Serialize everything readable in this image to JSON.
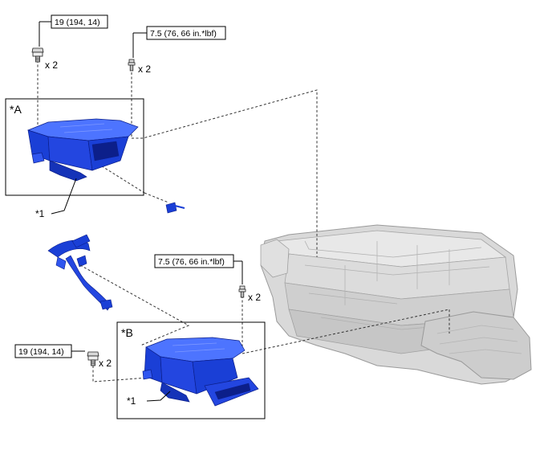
{
  "torque_labels": {
    "top_left": "19 (194, 14)",
    "top_mid": "7.5 (76, 66 in.*lbf)",
    "mid_right": "7.5 (76, 66 in.*lbf)",
    "bottom_left": "19 (194, 14)"
  },
  "quantities": {
    "q1": "x 2",
    "q2": "x 2",
    "q3": "x 2",
    "q4": "x 2"
  },
  "callouts": {
    "box_a": "*A",
    "box_b": "*B",
    "part1_top": "*1",
    "part1_bottom": "*1"
  },
  "colors": {
    "part_blue": "#1a3fd6",
    "part_blue_dark": "#0c1f8a",
    "part_blue_light": "#4d74ff",
    "housing_gray": "#d9d9d9",
    "housing_edge": "#9a9a9a"
  }
}
